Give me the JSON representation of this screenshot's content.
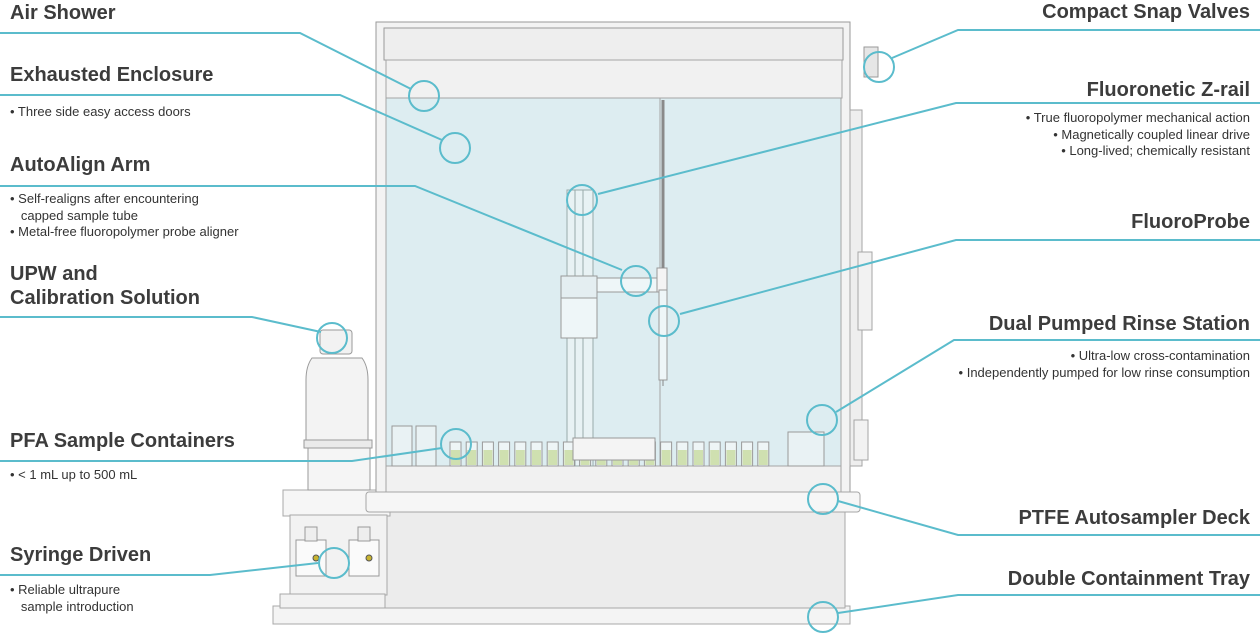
{
  "left_callouts": [
    {
      "title": [
        "Air Shower"
      ],
      "bullets": []
    },
    {
      "title": [
        "Exhausted Enclosure"
      ],
      "bullets": [
        "• Three side easy access doors"
      ]
    },
    {
      "title": [
        "AutoAlign Arm"
      ],
      "bullets": [
        "• Self-realigns after encountering",
        "   capped sample tube",
        "• Metal-free fluoropolymer probe aligner"
      ]
    },
    {
      "title": [
        "UPW and",
        "Calibration Solution"
      ],
      "bullets": []
    },
    {
      "title": [
        "PFA Sample Containers"
      ],
      "bullets": [
        "• < 1 mL up to 500 mL"
      ]
    },
    {
      "title": [
        "Syringe Driven"
      ],
      "bullets": [
        "• Reliable ultrapure",
        "   sample introduction"
      ]
    }
  ],
  "right_callouts": [
    {
      "title": [
        "Compact Snap Valves"
      ],
      "bullets": []
    },
    {
      "title": [
        "Fluoronetic Z-rail"
      ],
      "bullets": [
        "• True fluoropolymer mechanical action",
        "• Magnetically coupled linear drive",
        "• Long-lived; chemically resistant"
      ]
    },
    {
      "title": [
        "FluoroProbe"
      ],
      "bullets": []
    },
    {
      "title": [
        "Dual Pumped Rinse Station"
      ],
      "bullets": [
        "• Ultra-low cross-contamination",
        "• Independently pumped for low rinse consumption"
      ]
    },
    {
      "title": [
        "PTFE Autosampler Deck"
      ],
      "bullets": []
    },
    {
      "title": [
        "Double Containment Tray"
      ],
      "bullets": []
    }
  ],
  "colors": {
    "leader": "#5bbccc",
    "glass": "#dcecf0",
    "outline": "#9a9a9a",
    "sample": "#cfe0b0"
  }
}
